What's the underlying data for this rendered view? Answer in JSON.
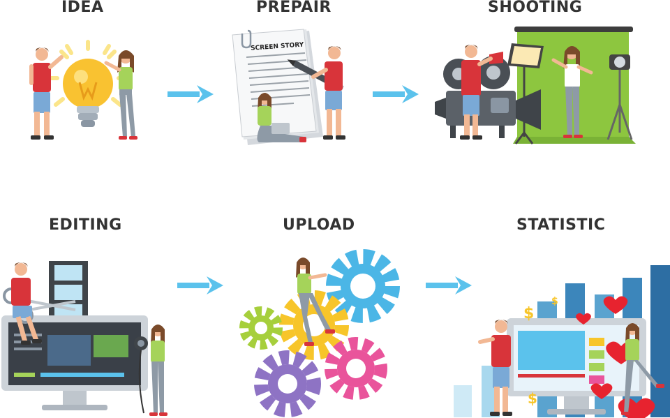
{
  "steps": [
    {
      "title": "IDEA"
    },
    {
      "title": "PREPAIR",
      "paper_text": "SCREEN STORY"
    },
    {
      "title": "SHOOTING"
    },
    {
      "title": "EDITING"
    },
    {
      "title": "UPLOAD"
    },
    {
      "title": "STATISTIC"
    }
  ],
  "colors": {
    "arrow": "#5bc2ec",
    "title": "#333333",
    "shirt_red": "#d8343a",
    "shirt_green": "#a5d35a",
    "jeans": "#7aa9d6",
    "skin": "#f2b894",
    "hair_brown": "#7a4a2a",
    "bulb_yellow": "#f9c231",
    "green_screen": "#8dc63f",
    "gear_blue": "#4bb6e6",
    "gear_yellow": "#f7c52a",
    "gear_green": "#a6cf3c",
    "gear_purple": "#8e73c4",
    "gear_pink": "#e9549b",
    "bar_blue": "#2d6ea3",
    "heart_red": "#e7232f"
  }
}
